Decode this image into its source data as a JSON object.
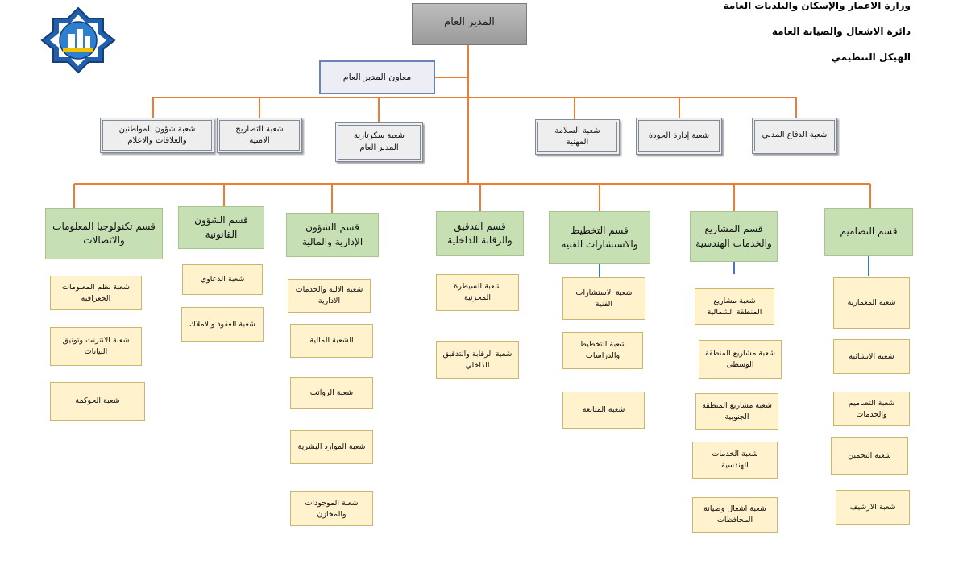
{
  "header": {
    "ministry": "وزارة الاعمار والإسكان والبلديات العامة",
    "directorate": "دائرة الاشغال والصيانة العامة",
    "structure": "الهيكل التنظيمي"
  },
  "colors": {
    "connector_orange": "#ed7d31",
    "connector_blue": "#4472c4",
    "section_green": "#c6e0b4",
    "branch_yellow": "#fff2cc",
    "director_gray": "#a6a6a6"
  },
  "top": {
    "director_general": "المدير العام",
    "deputy": "معاون المدير العام"
  },
  "units": [
    "شعبة شؤون المواطنين والعلاقات والاعلام",
    "شعبة التصاريح الامنية",
    "شعبة سكرتارية المدير العام",
    "شعبة السلامة المهنية",
    "شعبة إدارة الجودة",
    "شعبة الدفاع المدني"
  ],
  "sections": [
    {
      "title": "قسم تكنولوجيا المعلومات والاتصالات",
      "branches": [
        "شعبة نظم المعلومات الجغرافية",
        "شعبة الانترنت وتوثيق البيانات",
        "شعبة الحوكمة"
      ]
    },
    {
      "title": "قسم الشؤون القانونية",
      "branches": [
        "شعبة الدعاوي",
        "شعبة العقود والاملاك"
      ]
    },
    {
      "title": "قسم الشؤون الإدارية والمالية",
      "branches": [
        "شعبة الالية والخدمات الادارية",
        "الشعبة المالية",
        "شعبة الرواتب",
        "شعبة الموارد البشرية",
        "شعبة الموجودات والمخازن"
      ]
    },
    {
      "title": "قسم التدقيق والرقابة الداخلية",
      "branches": [
        "شعبة السيطرة المخزنية",
        "شعبة الرقابة والتدقيق الداخلي"
      ]
    },
    {
      "title": "قسم التخطيط والاستشارات الفنية",
      "branches": [
        "شعبة الاستشارات الفنية",
        "شعبة التخطيط والدراسات",
        "شعبة المتابعة"
      ]
    },
    {
      "title": "قسم المشاريع والخدمات الهندسية",
      "branches": [
        "شعبة مشاريع المنطقة الشمالية",
        "شعبة مشاريع المنطقة الوسطى",
        "شعبة مشاريع المنطقة الجنوبية",
        "شعبة الخدمات الهندسية",
        "شعبة اشغال وصيانة المحافظات"
      ]
    },
    {
      "title": "قسم التصاميم",
      "branches": [
        "شعبة المعمارية",
        "شعبة الانشائية",
        "شعبة التصاميم والخدمات",
        "شعبة التخمين",
        "شعبة الارشيف"
      ]
    }
  ]
}
